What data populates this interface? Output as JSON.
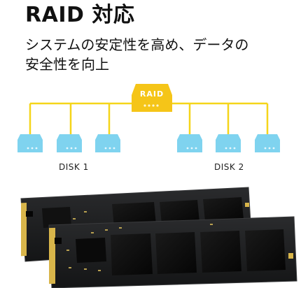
{
  "heading": {
    "title": "RAID 対応",
    "subtitle_line1": "システムの安定性を高め、データの",
    "subtitle_line2": "安全性を向上"
  },
  "diagram": {
    "controller_label": "RAID",
    "disk1_label": "DISK 1",
    "disk2_label": "DISK 2",
    "colors": {
      "line": "#f5d51a",
      "controller": "#f5c518",
      "disk": "#7fd3ef",
      "disk_dots": "#e6f7fd"
    }
  },
  "ssd": {
    "pcb_color": "#1c1d1e",
    "chip_color": "#0c0c0c",
    "gold_color": "#d8b54a"
  }
}
